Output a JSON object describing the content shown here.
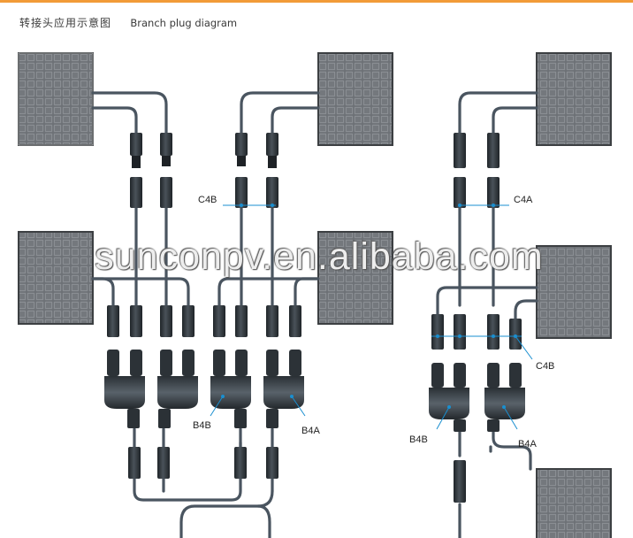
{
  "header": {
    "title_cn": "转接头应用示意图",
    "title_en": "Branch plug diagram"
  },
  "labels": {
    "c4b_top": "C4B",
    "c4a_top": "C4A",
    "b4b_left": "B4B",
    "b4a_left": "B4A",
    "c4b_right": "C4B",
    "b4b_right": "B4B",
    "b4a_right": "B4A"
  },
  "watermark": "sunconpv.en.alibaba.com",
  "colors": {
    "accent": "#f29b38",
    "cable": "#4a5560",
    "connector": "#2b3136",
    "panel": "#5f6368",
    "pointer": "#1a8fd0"
  }
}
